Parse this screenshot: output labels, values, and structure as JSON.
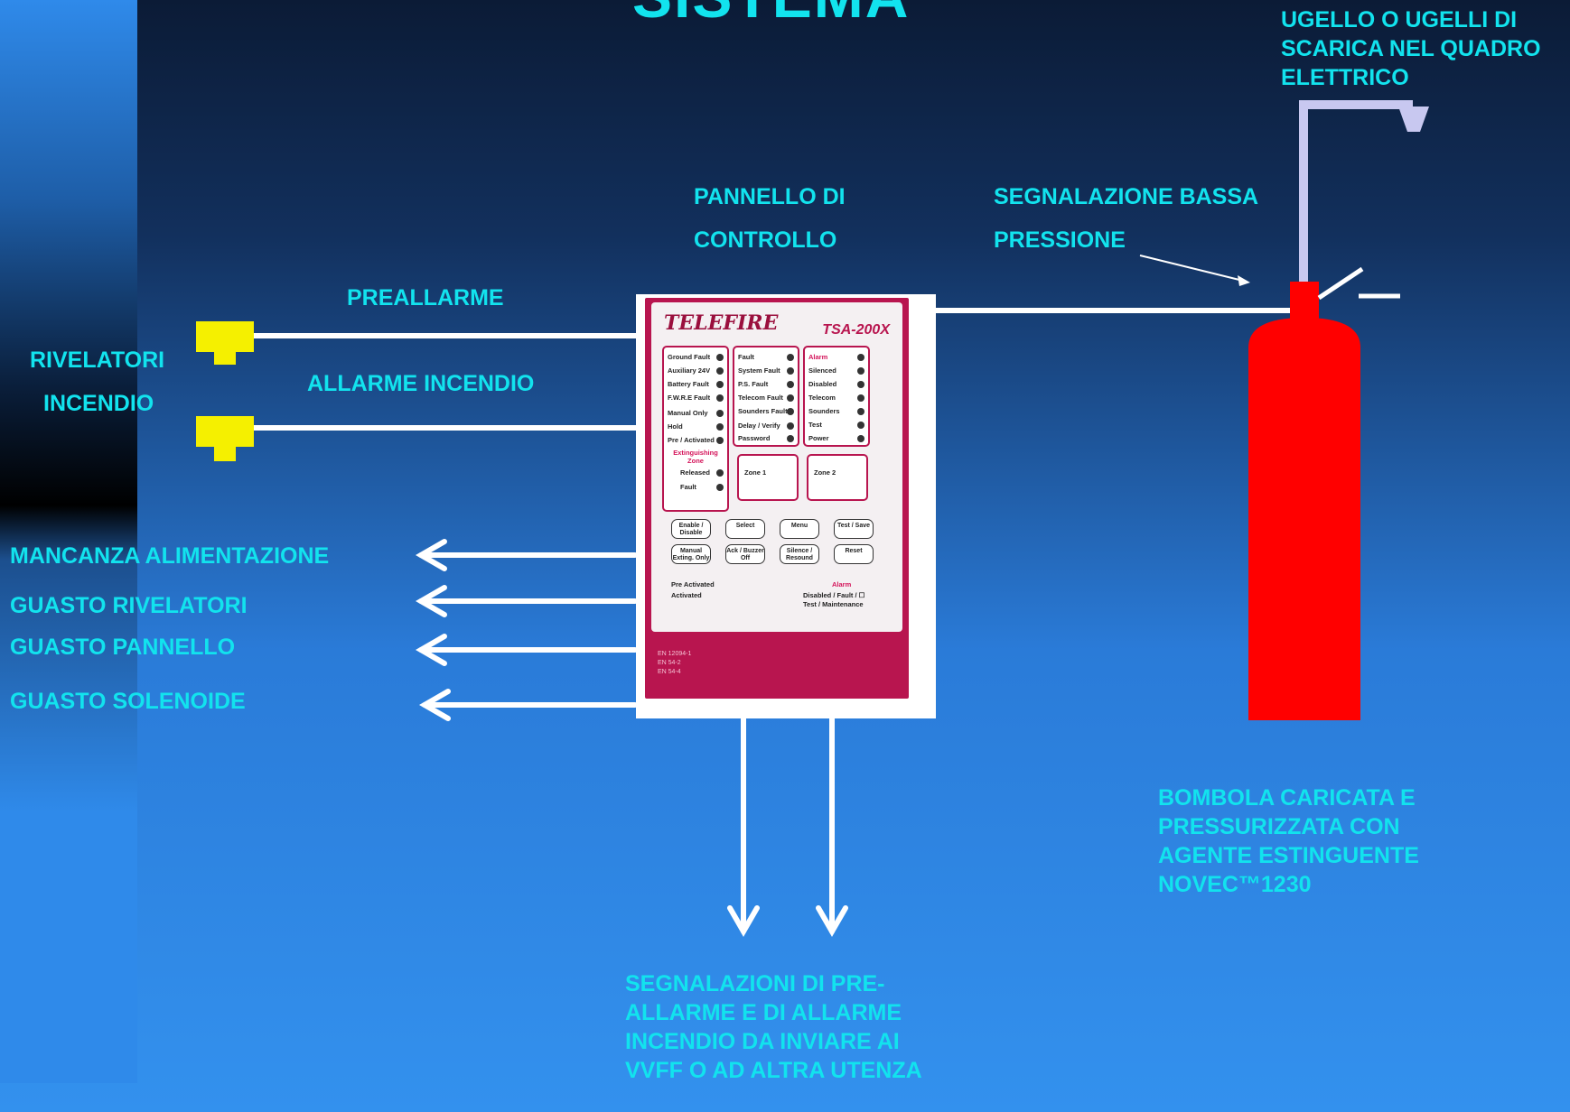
{
  "title": "SISTEMA",
  "labels": {
    "nozzle": "UGELLO O UGELLI  DI SCARICA NEL QUADRO ELETTRICO",
    "panel_line1": "PANNELLO DI",
    "panel_line2": "CONTROLLO",
    "low_pressure_line1": "SEGNALAZIONE BASSA",
    "low_pressure_line2": "PRESSIONE",
    "prealarm": "PREALLARME",
    "detectors_line1": "RIVELATORI",
    "detectors_line2": "INCENDIO",
    "fire_alarm": "ALLARME INCENDIO",
    "power_failure": "MANCANZA ALIMENTAZIONE",
    "detector_fault": "GUASTO RIVELATORI",
    "panel_fault": "GUASTO PANNELLO",
    "solenoid_fault": "GUASTO SOLENOIDE",
    "cylinder": "BOMBOLA CARICATA E PRESSURIZZATA CON AGENTE ESTINGUENTE NOVEC™1230",
    "signals": "SEGNALAZIONI DI PRE-ALLARME E DI ALLARME INCENDIO DA INVIARE AI VVFF O AD ALTRA UTENZA"
  },
  "panel": {
    "brand": "TELEFIRE",
    "model": "TSA-200X",
    "group_left_top": [
      "Ground Fault",
      "Auxiliary 24V",
      "Battery Fault",
      "F.W.R.E Fault"
    ],
    "group_left_bottom": [
      "Manual Only",
      "Hold",
      "Pre / Activated"
    ],
    "ext_zone": "Extinguishing Zone",
    "released": "Released",
    "fault": "Fault",
    "group_mid_top": [
      "Fault",
      "System Fault",
      "P.S. Fault",
      "Telecom Fault",
      "Sounders Fault"
    ],
    "group_mid_bottom": [
      "Delay / Verify",
      "Password"
    ],
    "group_right": [
      "Alarm",
      "Silenced",
      "Disabled",
      "Telecom",
      "Sounders",
      "Test",
      "Power"
    ],
    "zone1": "Zone 1",
    "zone2": "Zone 2",
    "buttons": [
      "Enable / Disable",
      "Select",
      "Menu",
      "Test / Save",
      "Manual Exting. Only",
      "Ack / Buzzer Off",
      "Silence / Resound",
      "Reset"
    ],
    "pre_activated": "Pre Activated",
    "activated": "Activated",
    "alarm": "Alarm",
    "disabled_fault": "Disabled / Fault / ☐",
    "test_maint": "Test / Maintenance",
    "standards": [
      "EN 12094-1",
      "EN 54-2",
      "EN 54-4"
    ]
  },
  "colors": {
    "label": "#12e3ee",
    "cylinder": "#ff0000",
    "detector": "#f5f000",
    "pipe": "#c8c8f0",
    "line": "#ffffff"
  }
}
